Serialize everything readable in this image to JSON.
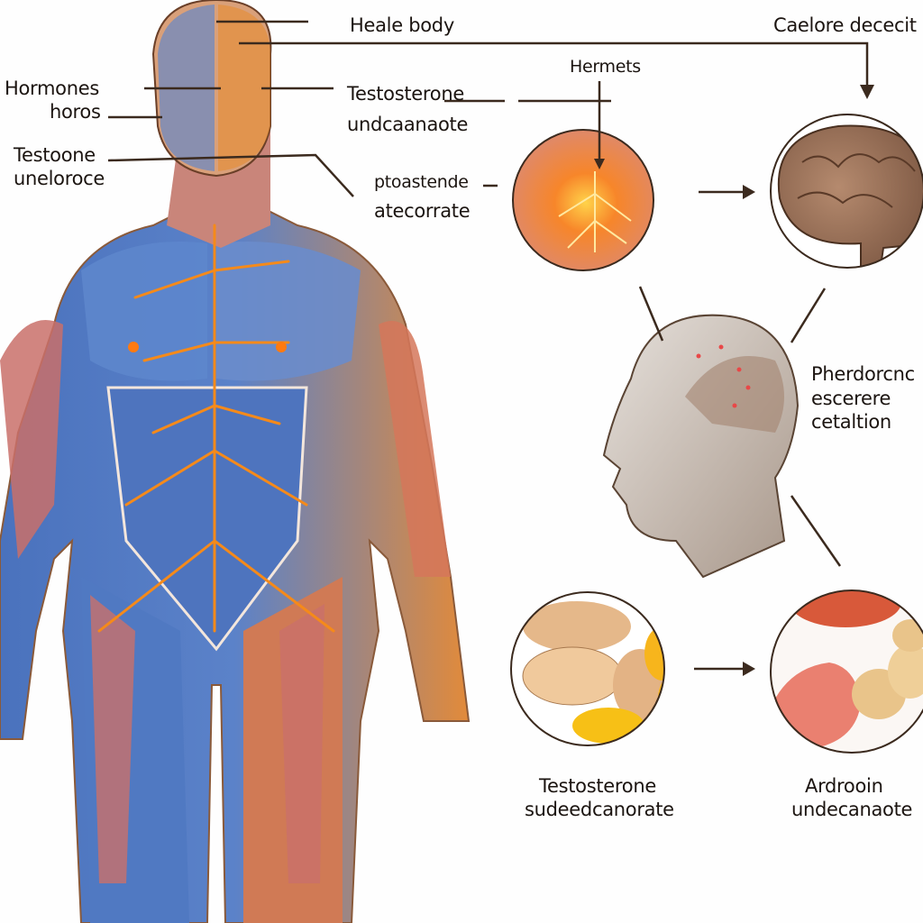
{
  "labels": {
    "heale_body": "Heale  body",
    "caelore": "Caelore dececit",
    "hormones": "Hormones",
    "horos": "horos",
    "testosterone_top": "Testosterone",
    "undcaanaote": "undcaanaote",
    "hermets": "Hermets",
    "testoone": "Testoone",
    "uneloroce": "uneloroce",
    "ptoastende": "ptoastende",
    "atecorrate": "atecorrate",
    "pherdorcnc": "Pherdorcnc",
    "escerere": "escerere",
    "cetaltion": "cetaltion",
    "testosterone_bottom": "Testosterone",
    "sudeedcanorate": "sudeedcanorate",
    "ardrooin": "Ardrooin",
    "undecanaote": "undecanaote"
  },
  "colors": {
    "line": "#3b2a1e",
    "muscle_blue": "#4f79c4",
    "muscle_red": "#c9706a",
    "nerve": "#f08a1c",
    "skin": "#d9a07a"
  }
}
